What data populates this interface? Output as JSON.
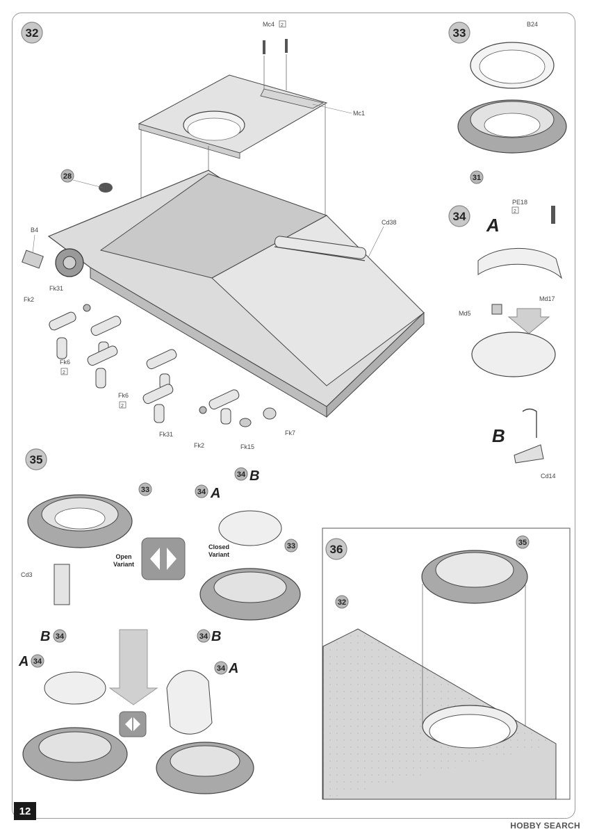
{
  "page_number": "12",
  "watermark": "HOBBY SEARCH",
  "steps": {
    "s32": "32",
    "s33": "33",
    "s34": "34",
    "s35": "35",
    "s36": "36"
  },
  "step32_labels": {
    "mc4": "Mc4",
    "mc4_qty": "2",
    "mc1": "Mc1",
    "cd38": "Cd38",
    "b4": "B4",
    "ref28": "28",
    "fk31_top": "Fk31",
    "fk2_left": "Fk2",
    "fk6_a": "Fk6",
    "fk6_a_qty": "2",
    "fk6_b": "Fk6",
    "fk6_b_qty": "2",
    "fk31_bottom": "Fk31",
    "fk2_bottom": "Fk2",
    "fk15": "Fk15",
    "fk7": "Fk7"
  },
  "step33_labels": {
    "b24": "B24",
    "ref31": "31"
  },
  "step34_labels": {
    "variant_a": "A",
    "variant_b": "B",
    "pe18": "PE18",
    "pe18_qty": "2",
    "md17": "Md17",
    "md5": "Md5",
    "cd14": "Cd14"
  },
  "step35_labels": {
    "ref33_a": "33",
    "ref33_b": "33",
    "cd3": "Cd3",
    "open_variant": [
      "Open",
      "Variant"
    ],
    "closed_variant": [
      "Closed",
      "Variant"
    ],
    "ref34a_1": "34",
    "ref34b_1": "34",
    "ref34a_2": "34",
    "ref34b_2": "34",
    "ref34a_3": "34",
    "ref34b_3": "34",
    "letter_a": "A",
    "letter_b": "B"
  },
  "step36_labels": {
    "ref35": "35",
    "ref32": "32"
  }
}
